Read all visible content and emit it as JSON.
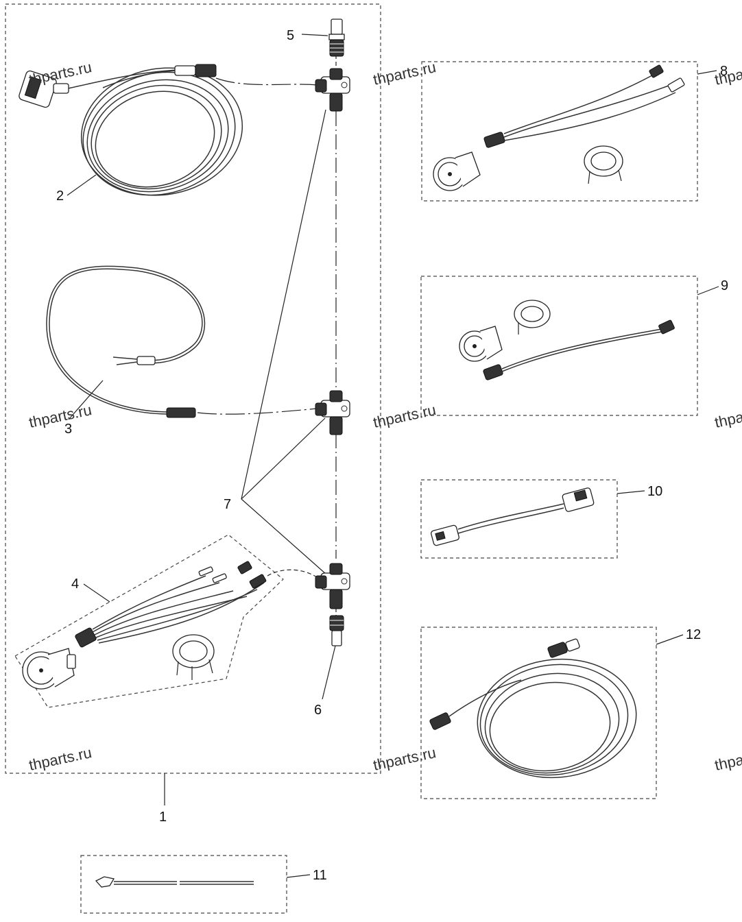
{
  "watermark": "thparts.ru",
  "callouts": {
    "c1": "1",
    "c2": "2",
    "c3": "3",
    "c4": "4",
    "c5": "5",
    "c6": "6",
    "c7": "7",
    "c8": "8",
    "c9": "9",
    "c10": "10",
    "c11": "11",
    "c12": "12"
  }
}
